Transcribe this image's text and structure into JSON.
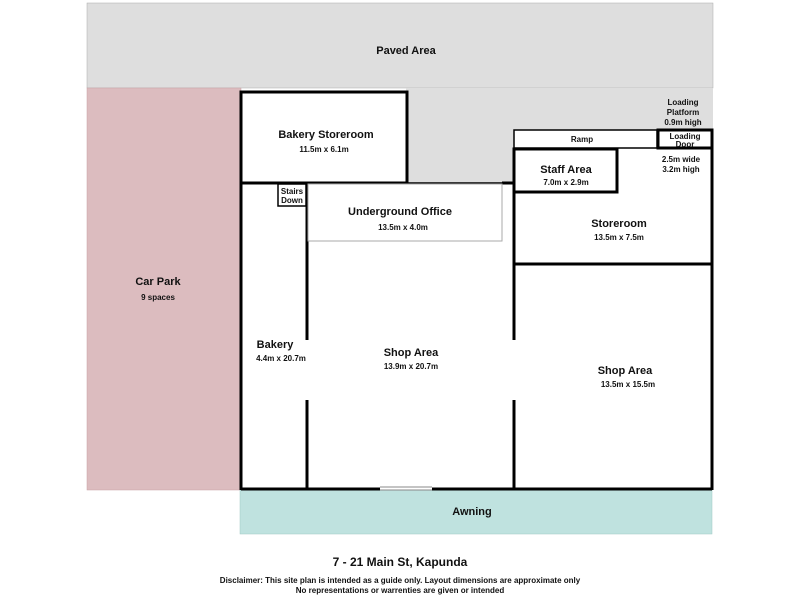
{
  "plan": {
    "paved_area": "Paved Area",
    "car_park": {
      "name": "Car Park",
      "spaces": "9 spaces"
    },
    "awning": "Awning",
    "bakery_storeroom": {
      "name": "Bakery Storeroom",
      "size": "11.5m x 6.1m"
    },
    "stairs_down": {
      "line1": "Stairs",
      "line2": "Down"
    },
    "underground_office": {
      "name": "Underground Office",
      "size": "13.5m x 4.0m"
    },
    "bakery": {
      "name": "Bakery",
      "size": "4.4m x 20.7m"
    },
    "shop_area_centre": {
      "name": "Shop Area",
      "size": "13.9m x 20.7m"
    },
    "ramp": "Ramp",
    "loading_door": {
      "line1": "Loading",
      "line2": "Door"
    },
    "loading_platform": {
      "line1": "Loading",
      "line2": "Platform",
      "line3": "0.9m high"
    },
    "door_size": {
      "line1": "2.5m wide",
      "line2": "3.2m high"
    },
    "staff_area": {
      "name": "Staff Area",
      "size": "7.0m x 2.9m"
    },
    "storeroom": {
      "name": "Storeroom",
      "size": "13.5m x 7.5m"
    },
    "shop_area_right": {
      "name": "Shop Area",
      "size": "13.5m x 15.5m"
    }
  },
  "footer": {
    "address": "7 - 21 Main St, Kapunda",
    "disclaimer_line1": "Disclaimer: This site plan is intended as a guide only. Layout dimensions are approximate only",
    "disclaimer_line2": "No representations or warrenties are given or intended"
  },
  "colors": {
    "paved": "#dedede",
    "car_park": "#dcbcbf",
    "awning": "#bfe2df",
    "wall": "#000000"
  }
}
